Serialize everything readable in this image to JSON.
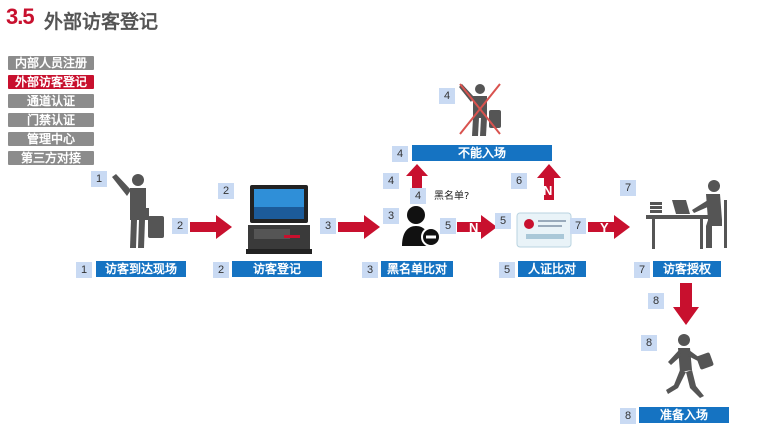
{
  "header": {
    "number": "3.5",
    "title": "外部访客登记"
  },
  "menu": {
    "items": [
      {
        "label": "内部人员注册",
        "active": false
      },
      {
        "label": "外部访客登记",
        "active": true
      },
      {
        "label": "通道认证",
        "active": false
      },
      {
        "label": "门禁认证",
        "active": false
      },
      {
        "label": "管理中心",
        "active": false
      },
      {
        "label": "第三方对接",
        "active": false
      }
    ]
  },
  "steps": {
    "s1": "访客到达现场",
    "s2": "访客登记",
    "s3": "黑名单比对",
    "s4": "不能入场",
    "s5": "人证比对",
    "s7": "访客授权",
    "s8": "准备入场"
  },
  "annotations": {
    "blacklist_q": "黑名单?",
    "no": "N",
    "yes": "Y"
  },
  "numbers": {
    "n1": "1",
    "n2": "2",
    "n3": "3",
    "n4": "4",
    "n5": "5",
    "n6": "6",
    "n7": "7",
    "n8": "8"
  },
  "colors": {
    "accent_red": "#c8102e",
    "label_blue": "#1573c2",
    "step_box": "#c9daf3",
    "figure_gray": "#555555"
  },
  "icons": [
    "person-waving-icon",
    "kiosk-terminal-icon",
    "blacklist-user-icon",
    "denied-person-icon",
    "id-card-icon",
    "person-at-desk-icon",
    "walking-person-icon"
  ]
}
